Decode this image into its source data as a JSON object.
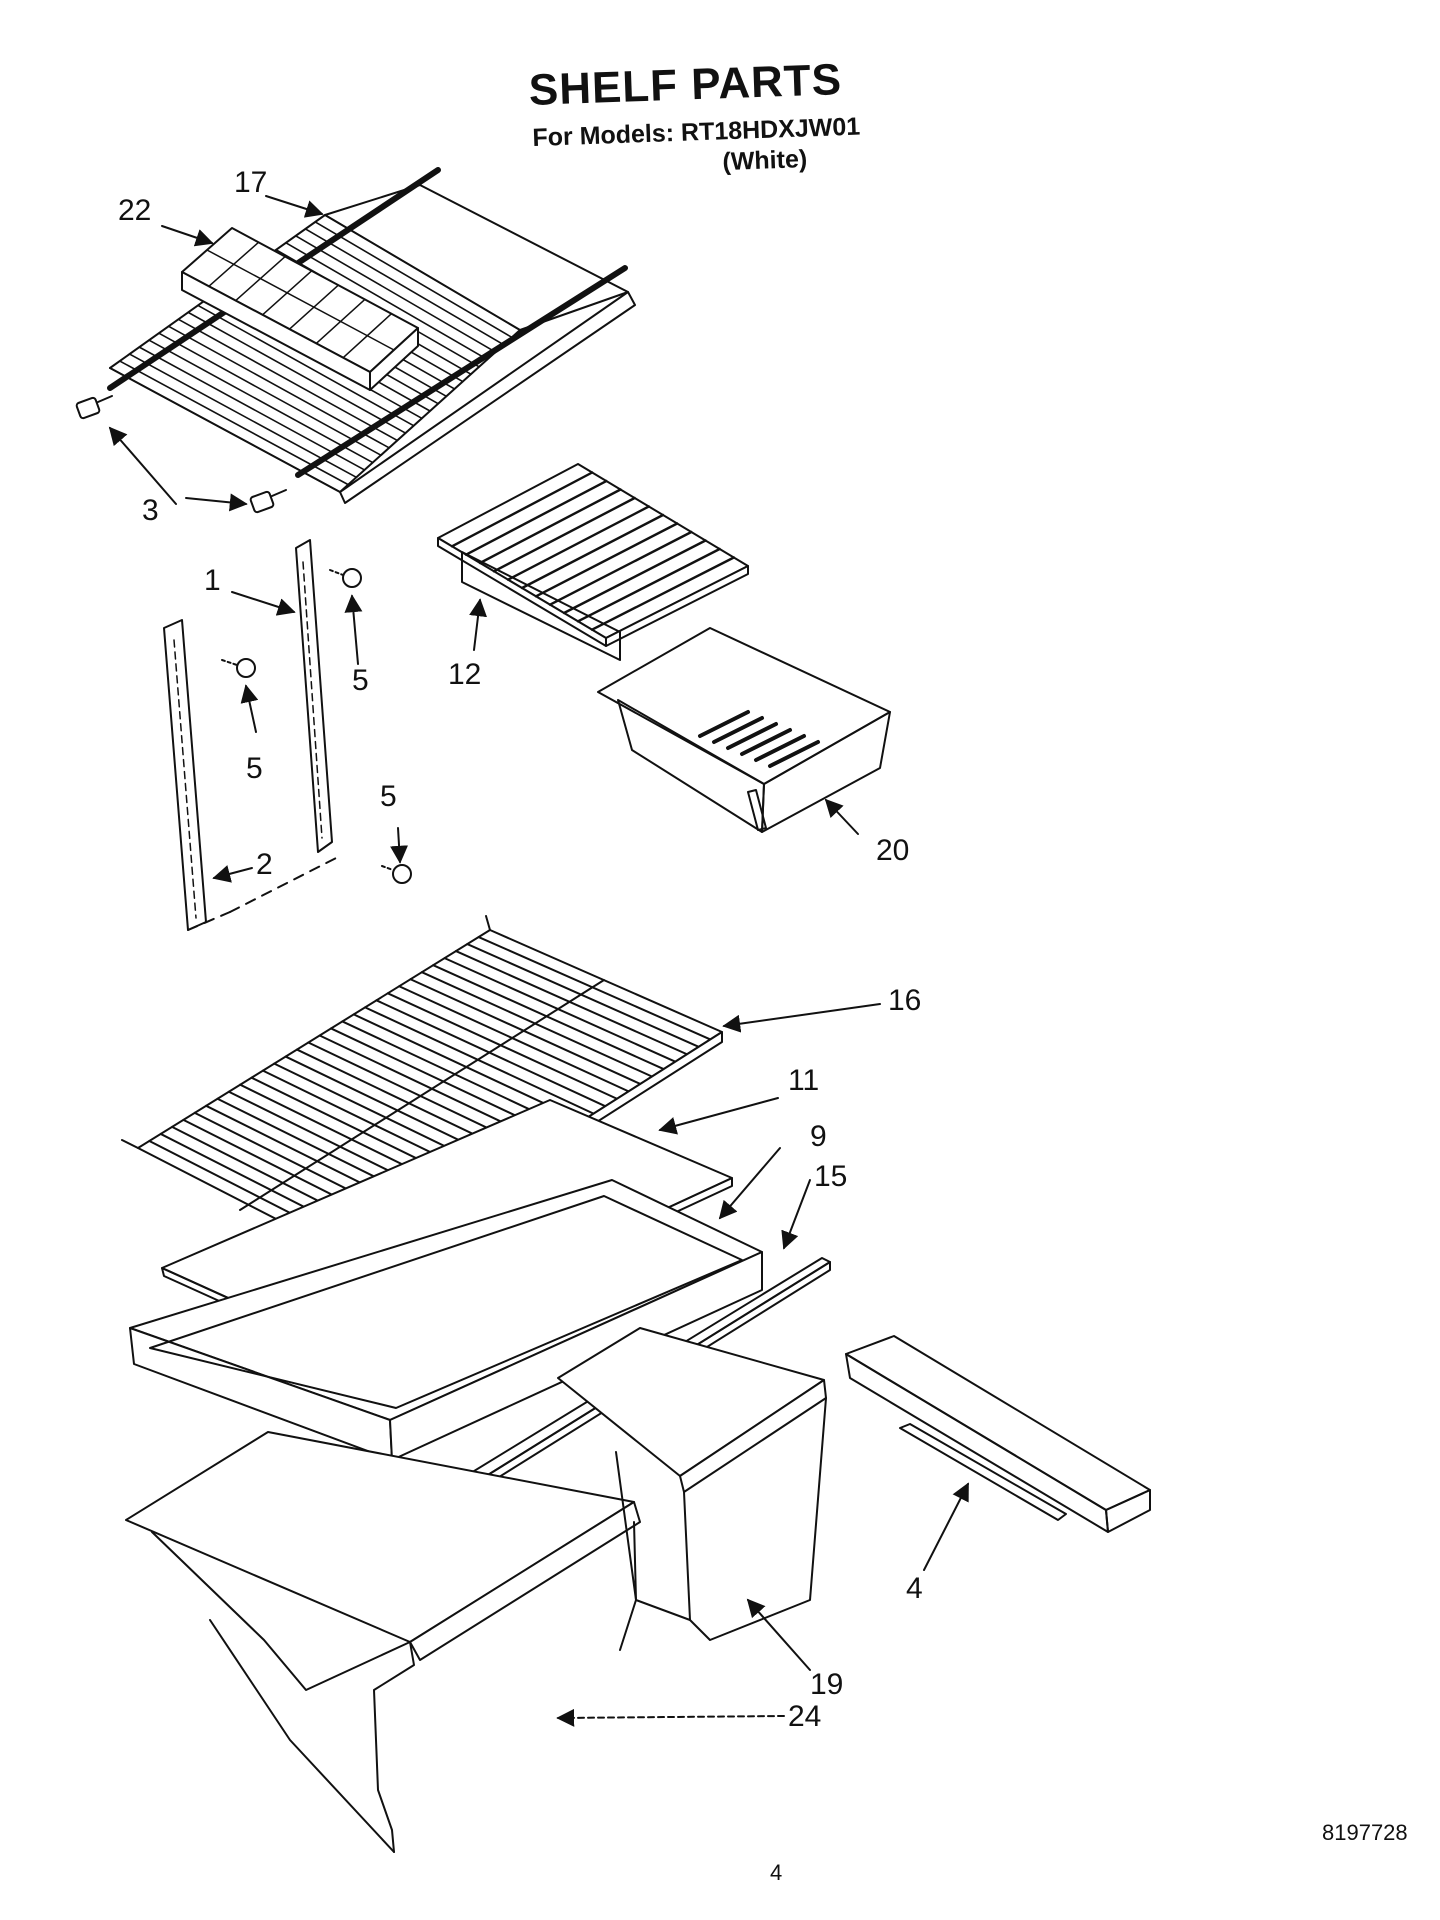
{
  "title": "SHELF PARTS",
  "subtitle": {
    "models_label": "For Models: RT18HDXJW01",
    "color": "(White)"
  },
  "callouts": {
    "c1": "1",
    "c2": "2",
    "c3": "3",
    "c4": "4",
    "c5a": "5",
    "c5b": "5",
    "c5c": "5",
    "c9": "9",
    "c11": "11",
    "c12": "12",
    "c15": "15",
    "c16": "16",
    "c17": "17",
    "c19": "19",
    "c20": "20",
    "c22": "22",
    "c24": "24"
  },
  "document_number": "8197728",
  "page_number": "4"
}
